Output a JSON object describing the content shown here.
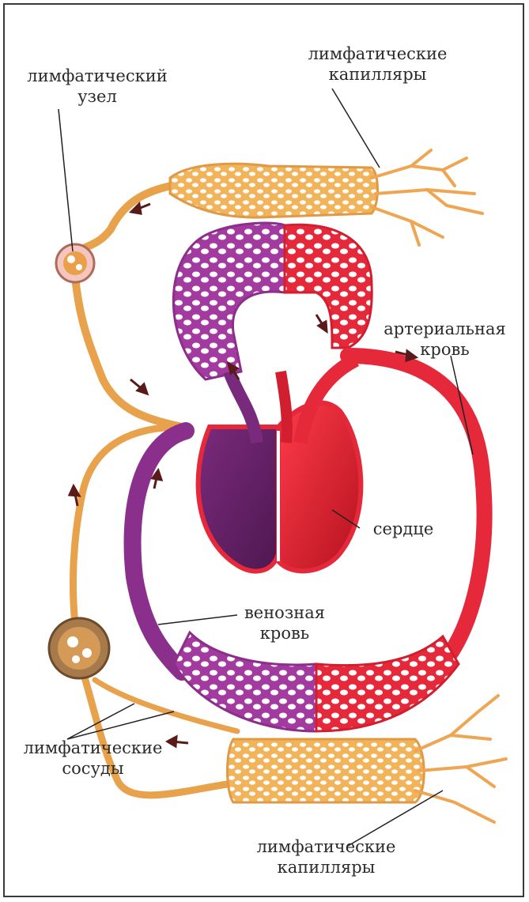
{
  "labels": {
    "lymph_node": {
      "line1": "лимфатический",
      "line2": "узел"
    },
    "lymph_capillaries_top": {
      "line1": "лимфатические",
      "line2": "капилляры"
    },
    "arterial_blood": {
      "line1": "артериальная",
      "line2": "кровь"
    },
    "heart": "сердце",
    "venous_blood": {
      "line1": "венозная",
      "line2": "кровь"
    },
    "lymph_vessels": {
      "line1": "лимфатические",
      "line2": "сосуды"
    },
    "lymph_capillaries_bottom": {
      "line1": "лимфатические",
      "line2": "капилляры"
    }
  },
  "colors": {
    "lymph": "#f2b45a",
    "lymph_dark": "#d8903a",
    "arterial": "#e5283a",
    "venous": "#8a2f8c",
    "venous_dark": "#5e1f5e",
    "node": "#b07a4a",
    "leader_line": "#222222"
  }
}
